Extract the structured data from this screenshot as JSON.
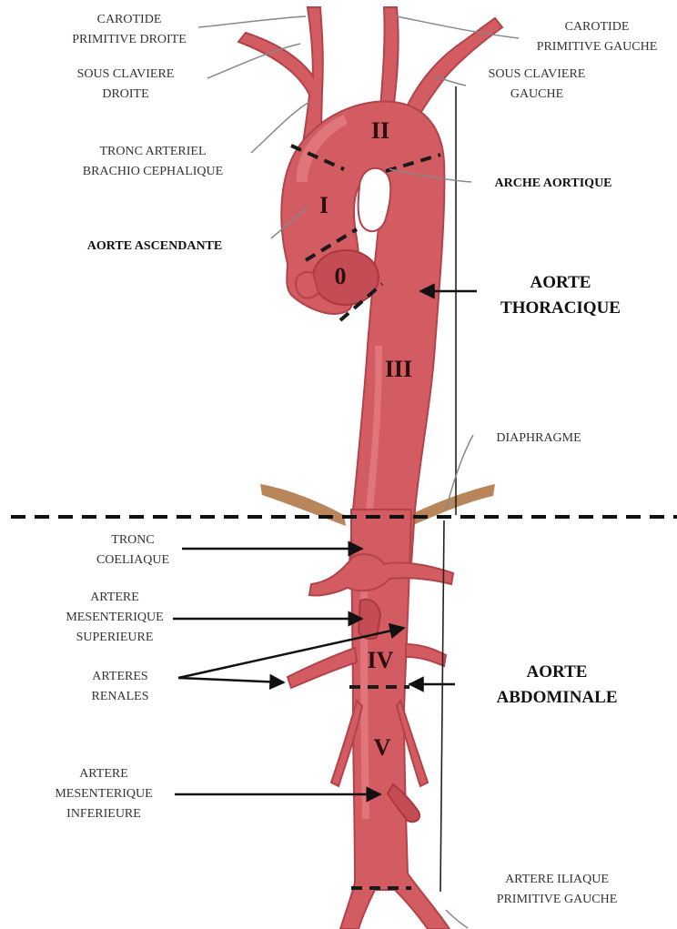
{
  "labels": {
    "carotide_droite_1": "CAROTIDE",
    "carotide_droite_2": "PRIMITIVE DROITE",
    "carotide_gauche_1": "CAROTIDE",
    "carotide_gauche_2": "PRIMITIVE GAUCHE",
    "sous_claviere_droite_1": "SOUS CLAVIERE",
    "sous_claviere_droite_2": "DROITE",
    "sous_claviere_gauche_1": "SOUS CLAVIERE",
    "sous_claviere_gauche_2": "GAUCHE",
    "tronc_brachio_1": "TRONC ARTERIEL",
    "tronc_brachio_2": "BRACHIO CEPHALIQUE",
    "arche_aortique": "ARCHE AORTIQUE",
    "aorte_ascendante": "AORTE ASCENDANTE",
    "aorte_thoracique_1": "AORTE",
    "aorte_thoracique_2": "THORACIQUE",
    "diaphragme": "DIAPHRAGME",
    "tronc_coeliaque_1": "TRONC",
    "tronc_coeliaque_2": "COELIAQUE",
    "mesenterique_sup_1": "ARTERE",
    "mesenterique_sup_2": "MESENTERIQUE",
    "mesenterique_sup_3": "SUPERIEURE",
    "renales_1": "ARTERES",
    "renales_2": "RENALES",
    "aorte_abdominale_1": "AORTE",
    "aorte_abdominale_2": "ABDOMINALE",
    "mesenterique_inf_1": "ARTERE",
    "mesenterique_inf_2": "MESENTERIQUE",
    "mesenterique_inf_3": "INFERIEURE",
    "iliaque_1": "ARTERE ILIAQUE",
    "iliaque_2": "PRIMITIVE GAUCHE"
  },
  "segments": {
    "s0": "0",
    "s1": "I",
    "s2": "II",
    "s3": "III",
    "s4": "IV",
    "s5": "V"
  },
  "colors": {
    "vessel": "#d35c63",
    "vessel_outline": "#b2434a",
    "diaphragm": "#b9855a",
    "arrow": "#111111"
  }
}
